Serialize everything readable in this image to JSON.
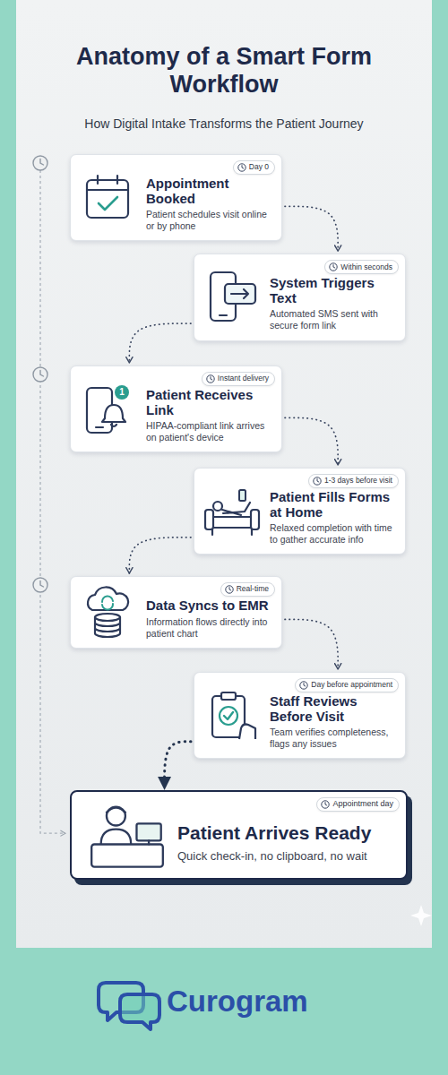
{
  "diagram": {
    "title": "Anatomy of a Smart Form Workflow",
    "nodes": [
      {
        "text": [
          "Appointment Booked",
          "Patient schedules visit online or by phone"
        ]
      },
      {
        "text": [
          "Day 0"
        ],
        "in": 0
      },
      {
        "text": [
          "System Triggers Text",
          "Automated SMS sent with secure form link"
        ]
      },
      {
        "text": [
          "Within seconds"
        ],
        "in": 2
      },
      {
        "text": [
          "Patient Receives Link",
          "HIPAA-compliant link arrives on patient's device"
        ]
      },
      {
        "text": [
          "Instant delivery"
        ],
        "in": 4
      },
      {
        "text": [
          "Patient Fills Forms at Home",
          "Relaxed completion with time to gather accurate info"
        ]
      },
      {
        "text": [
          "1-3 days before visit"
        ],
        "in": 6
      },
      {
        "text": [
          "Data Syncs to EMR",
          "Information flows directly into patient chart"
        ]
      },
      {
        "text": [
          "Real-time"
        ],
        "in": 8
      },
      {
        "text": [
          "Staff Reviews Before Visit",
          "Team verifies completeness, flags any issues"
        ]
      },
      {
        "text": [
          "Day before appointment"
        ],
        "in": 10
      },
      {
        "text": [
          "Patient Arrives Ready",
          "Quick check-in, no clipboard, no wait"
        ]
      },
      {
        "text": [
          "Appointment day"
        ],
        "in": 12
      }
    ],
    "edges": [
      {
        "from": 0,
        "to": 2,
        "arrow": "to"
      },
      {
        "from": 2,
        "to": 4,
        "arrow": "to"
      },
      {
        "from": 4,
        "to": 6,
        "arrow": "to"
      },
      {
        "from": 6,
        "to": 8,
        "arrow": "to"
      },
      {
        "from": 8,
        "to": 10,
        "arrow": "to"
      },
      {
        "from": 10,
        "to": 12,
        "arrow": "to"
      }
    ],
    "labels": [
      "How Digital Intake Transforms the Patient Journey",
      "1",
      "Curogram"
    ]
  }
}
